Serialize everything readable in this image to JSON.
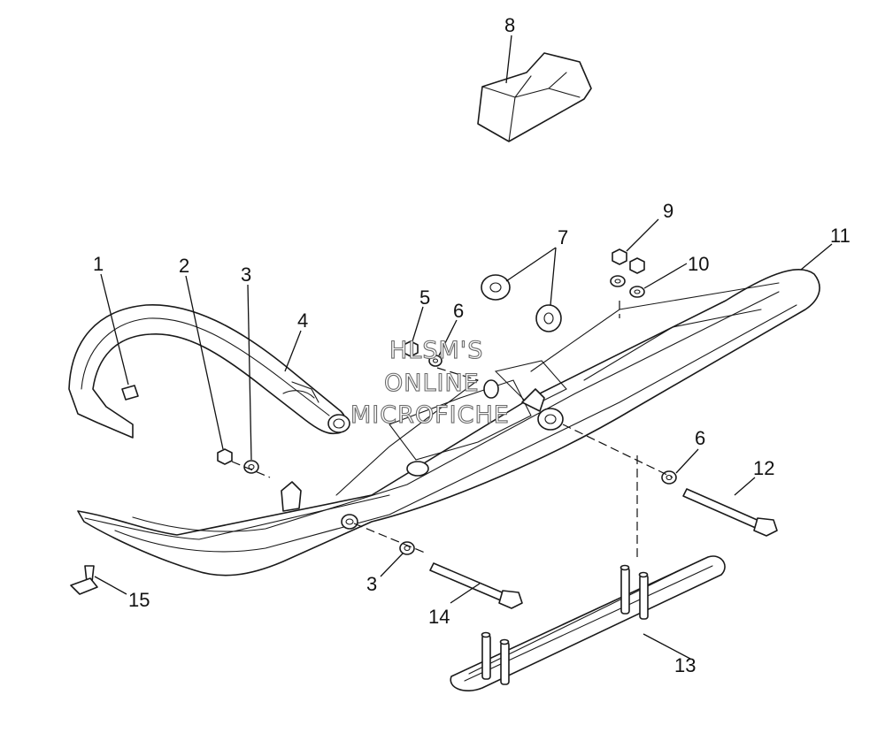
{
  "watermark": {
    "line1": "HLSM'S",
    "line2": "ONLINE",
    "line3": "MICROFICHE"
  },
  "callouts": {
    "c1": "1",
    "c2": "2",
    "c3a": "3",
    "c3b": "3",
    "c4": "4",
    "c5": "5",
    "c6a": "6",
    "c6b": "6",
    "c7": "7",
    "c8": "8",
    "c9": "9",
    "c10": "10",
    "c11": "11",
    "c12": "12",
    "c13": "13",
    "c14": "14",
    "c15": "15"
  },
  "colors": {
    "line": "#1a1a1a",
    "background": "#ffffff",
    "watermark_outline": "#6a6a6a"
  }
}
